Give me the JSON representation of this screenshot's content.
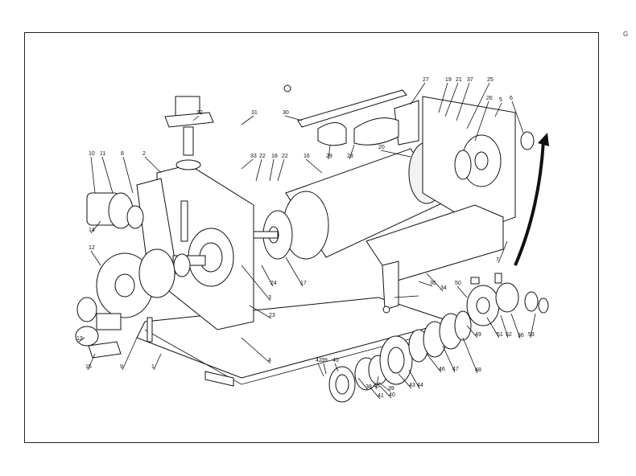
{
  "corner_mark": "G",
  "callouts": [
    "1",
    "2",
    "3",
    "4",
    "5",
    "6",
    "7",
    "8",
    "9",
    "10",
    "11",
    "12",
    "13",
    "14",
    "15",
    "16",
    "17",
    "18",
    "19",
    "20",
    "21",
    "22",
    "22",
    "23",
    "24",
    "25",
    "26",
    "27",
    "28",
    "29",
    "30",
    "31",
    "32",
    "33",
    "34",
    "35",
    "36",
    "37",
    "38",
    "39",
    "39",
    "40",
    "40",
    "41",
    "42",
    "43",
    "44",
    "45",
    "46",
    "47",
    "48",
    "49",
    "50",
    "51",
    "52",
    "53"
  ],
  "colors": {
    "line": "#111111",
    "paper": "#ffffff"
  }
}
